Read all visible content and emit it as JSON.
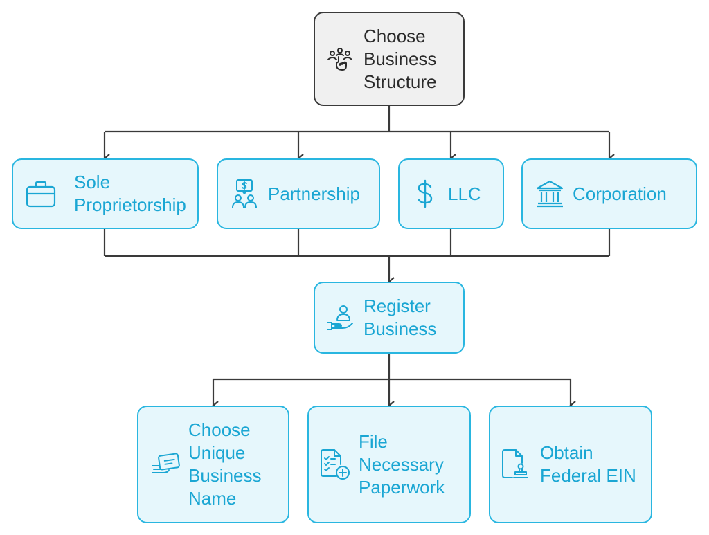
{
  "diagram": {
    "nodes": {
      "root": {
        "label": "Choose\nBusiness\nStructure",
        "icon": "hand-pointing-people-icon"
      },
      "sole": {
        "label": "Sole\nProprietorship",
        "icon": "briefcase-icon"
      },
      "partnership": {
        "label": "Partnership",
        "icon": "partners-money-icon"
      },
      "llc": {
        "label": "LLC",
        "icon": "dollar-icon"
      },
      "corporation": {
        "label": "Corporation",
        "icon": "bank-building-icon"
      },
      "register": {
        "label": "Register\nBusiness",
        "icon": "hand-person-icon"
      },
      "unique_name": {
        "label": "Choose\nUnique\nBusiness\nName",
        "icon": "id-card-icon"
      },
      "paperwork": {
        "label": "File\nNecessary\nPaperwork",
        "icon": "document-add-icon"
      },
      "ein": {
        "label": "Obtain\nFederal EIN",
        "icon": "stamp-document-icon"
      }
    },
    "edges": [
      [
        "root",
        "sole"
      ],
      [
        "root",
        "partnership"
      ],
      [
        "root",
        "llc"
      ],
      [
        "root",
        "corporation"
      ],
      [
        "sole",
        "register"
      ],
      [
        "partnership",
        "register"
      ],
      [
        "llc",
        "register"
      ],
      [
        "corporation",
        "register"
      ],
      [
        "register",
        "unique_name"
      ],
      [
        "register",
        "paperwork"
      ],
      [
        "register",
        "ein"
      ]
    ],
    "colors": {
      "accent": "#29b6e0",
      "accent_text": "#1aa6d3",
      "accent_fill": "#e6f7fc",
      "root_fill": "#f0f0f0",
      "root_border": "#3a3a3a",
      "connector": "#3a3a3a"
    }
  }
}
